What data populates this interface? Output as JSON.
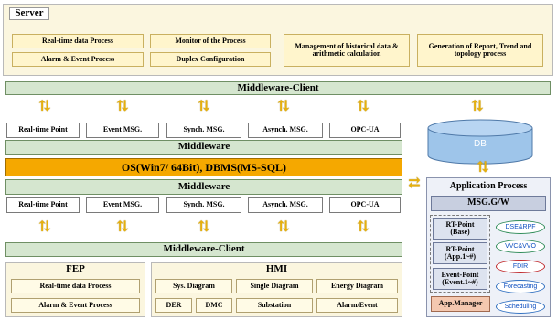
{
  "server": {
    "title": "Server",
    "boxes": [
      "Real-time data Process",
      "Alarm & Event Process",
      "Monitor of the Process",
      "Duplex Configuration",
      "Management of historical data & arithmetic calculation",
      "Generation of Report, Trend and topology process"
    ],
    "middleware_client": "Middleware-Client"
  },
  "msg_row_1": [
    "Real-time Point",
    "Event MSG.",
    "Synch. MSG.",
    "Asynch. MSG.",
    "OPC-UA"
  ],
  "middleware_top": "Middleware",
  "os_bar": "OS(Win7/ 64Bit), DBMS(MS-SQL)",
  "middleware_bottom": "Middleware",
  "msg_row_2": [
    "Real-time Point",
    "Event MSG.",
    "Synch. MSG.",
    "Asynch. MSG.",
    "OPC-UA"
  ],
  "middleware_client_bottom": "Middleware-Client",
  "fep": {
    "title": "FEP",
    "boxes": [
      "Real-time data Process",
      "Alarm & Event Process"
    ]
  },
  "hmi": {
    "title": "HMI",
    "boxes": [
      "Sys. Diagram",
      "Single Diagram",
      "Energy Diagram",
      "DER",
      "DMC",
      "Substation",
      "Alarm/Event"
    ]
  },
  "db": {
    "label": "DB"
  },
  "app": {
    "title": "Application Process",
    "gateway": "MSG.G/W",
    "points": [
      {
        "label": "RT-Point\n(Base)",
        "app": "DSE&RPF"
      },
      {
        "label": "RT-Point\n(App.1~#)",
        "app": "VVC&VVO"
      },
      {
        "label": "Event-Point\n(Event.1~#)",
        "app": "FDIR"
      }
    ],
    "extra_apps": [
      "Forecasting",
      "Scheduling"
    ],
    "manager": "App.Manager"
  },
  "colors": {
    "panel": "#fbf6df",
    "green_bar": "#d5e6cf",
    "os_bar": "#f5a800",
    "db": "#9ec5ea",
    "arrow": "#e8b10b",
    "oval_green": "#2e8b57",
    "oval_red": "#c0282b",
    "oval_blue": "#2f6fc0"
  },
  "icons": [
    "up-down-arrow-icon",
    "left-right-arrow-icon"
  ]
}
